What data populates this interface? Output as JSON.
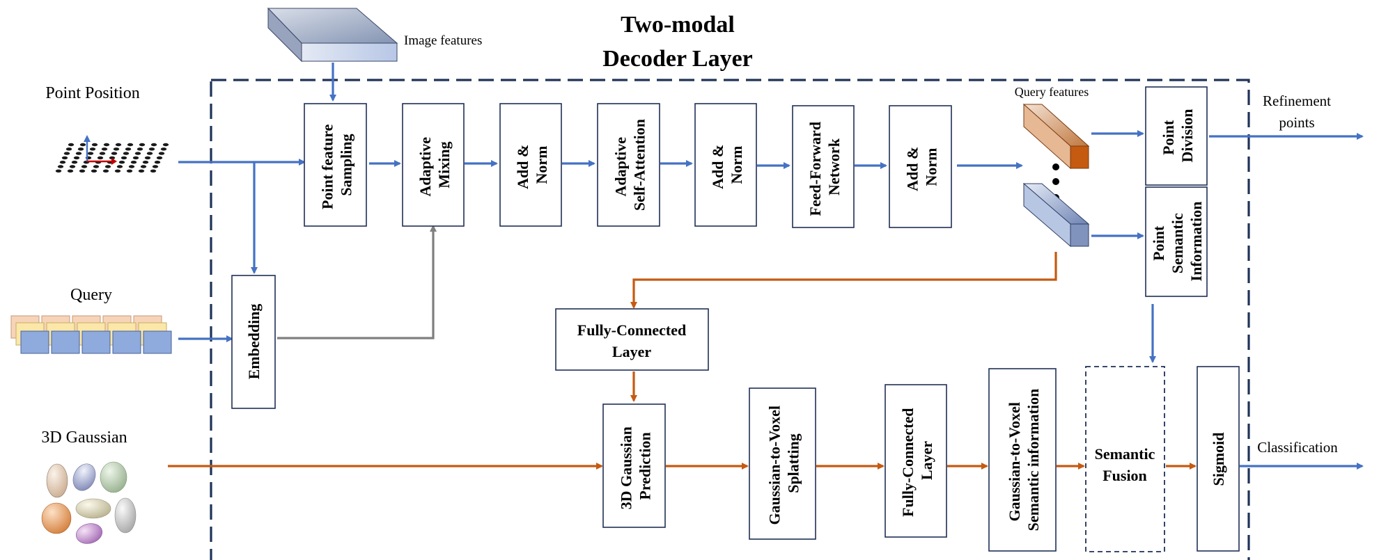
{
  "title": {
    "line1": "Two-modal",
    "line2": "Decoder Layer"
  },
  "inputs": {
    "point_position": "Point Position",
    "query": "Query",
    "gaussian": "3D Gaussian"
  },
  "image_features": "Image features",
  "query_features": "Query features",
  "outputs": {
    "refinement_line1": "Refinement",
    "refinement_line2": "points",
    "classification": "Classification"
  },
  "blocks": {
    "point_feature_sampling": [
      "Point feature",
      "Sampling"
    ],
    "adaptive_mixing": [
      "Adaptive",
      "Mixing"
    ],
    "add_norm_1": [
      "Add &",
      "Norm"
    ],
    "adaptive_self_attention": [
      "Adaptive",
      "Self-Attention"
    ],
    "add_norm_2": [
      "Add &",
      "Norm"
    ],
    "feed_forward": [
      "Feed-Forward",
      "Network"
    ],
    "add_norm_3": [
      "Add &",
      "Norm"
    ],
    "embedding": [
      "Embedding"
    ],
    "point_division": [
      "Point",
      "Division"
    ],
    "point_semantic": [
      "Point",
      "Semantic",
      "Information"
    ],
    "fc_layer_top": [
      "Fully-Connected",
      "Layer"
    ],
    "gaussian_prediction": [
      "3D Gaussian",
      "Prediction"
    ],
    "g2v_splatting": [
      "Gaussian-to-Voxel",
      "Splatting"
    ],
    "fc_layer_bottom": [
      "Fully-Connected",
      "Layer"
    ],
    "g2v_semantic": [
      "Gaussian-to-Voxel",
      "Semantic information"
    ],
    "semantic_fusion": [
      "Semantic",
      "Fusion"
    ],
    "sigmoid": [
      "Sigmoid"
    ]
  },
  "colors": {
    "flow_blue": "#4472c4",
    "flow_orange": "#c55a11",
    "flow_gray": "#7f7f7f",
    "frame": "#1f3358"
  }
}
